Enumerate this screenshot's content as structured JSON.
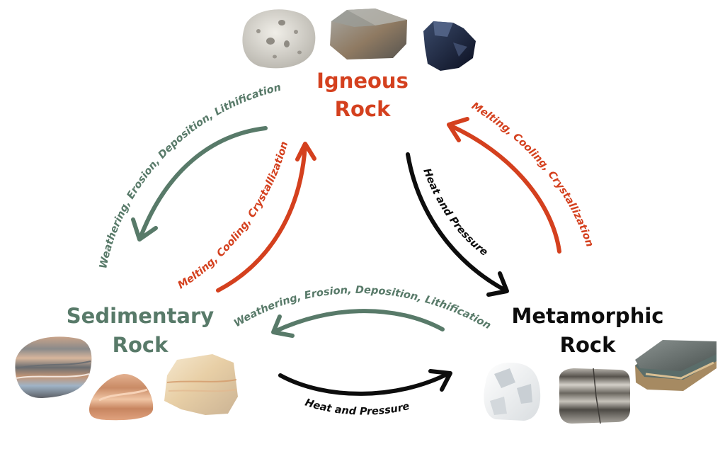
{
  "colors": {
    "igneous": "#d4401e",
    "sedimentary": "#587a69",
    "metamorphic": "#0d0d0d",
    "background": "#ffffff"
  },
  "nodes": {
    "igneous": {
      "line1": "Igneous",
      "line2": "Rock",
      "samples": [
        "pumice",
        "granite",
        "obsidian"
      ]
    },
    "sedimentary": {
      "line1": "Sedimentary",
      "line2": "Rock",
      "samples": [
        "banded shale",
        "sandstone",
        "limestone"
      ]
    },
    "metamorphic": {
      "line1": "Metamorphic",
      "line2": "Rock",
      "samples": [
        "marble",
        "gneiss",
        "slate"
      ]
    }
  },
  "processes": {
    "igneous_to_sedimentary": "Weathering, Erosion, Deposition, Lithification",
    "sedimentary_to_igneous": "Melting, Cooling, Crystallization",
    "igneous_to_metamorphic": "Heat and Pressure",
    "metamorphic_to_igneous": "Melting, Cooling, Crystallization",
    "metamorphic_to_sedimentary": "Weathering, Erosion, Deposition, Lithification",
    "sedimentary_to_metamorphic": "Heat and Pressure"
  }
}
